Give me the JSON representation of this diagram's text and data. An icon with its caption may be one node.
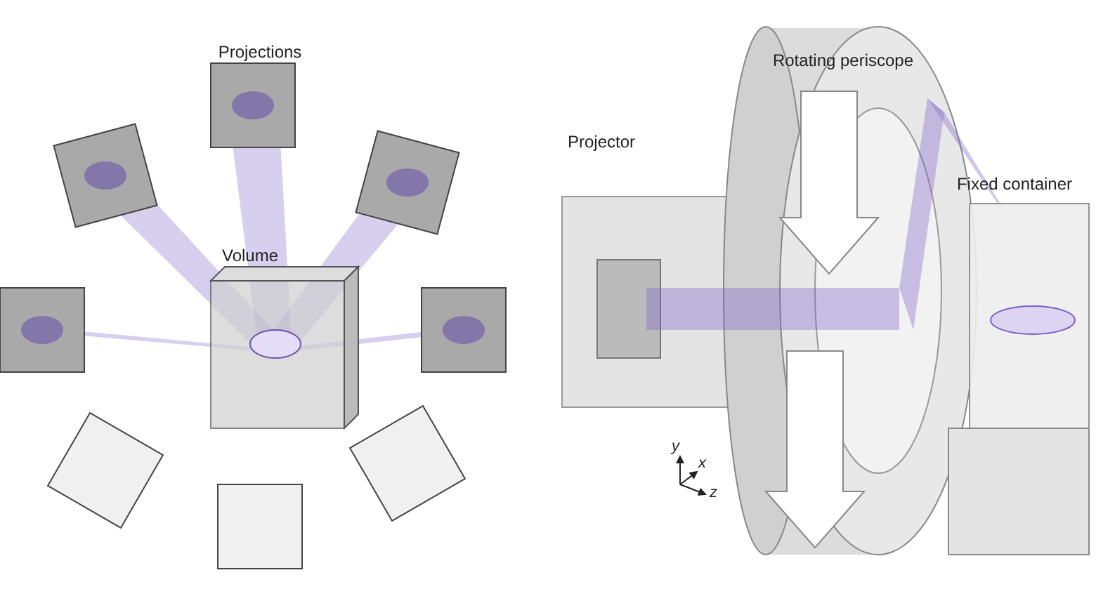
{
  "diagram": {
    "labels": [
      "Projections",
      "Volume",
      "Projector",
      "Rotating periscope",
      "Fixed container",
      "y",
      "x",
      "z"
    ]
  }
}
